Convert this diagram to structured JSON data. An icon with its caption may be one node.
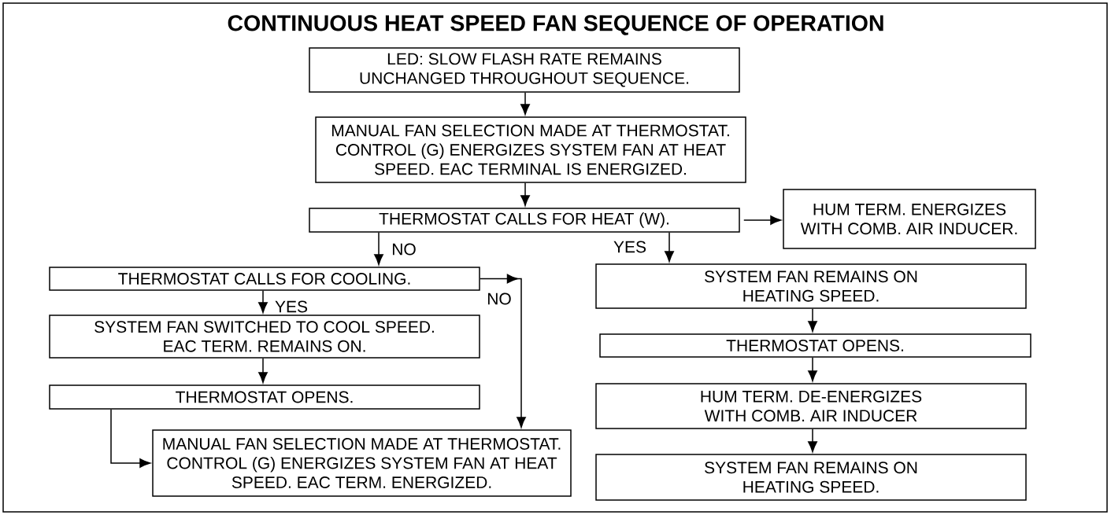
{
  "diagram": {
    "title": "CONTINUOUS HEAT SPEED FAN SEQUENCE OF OPERATION",
    "nodes": [
      {
        "text": [
          "LED: SLOW FLASH RATE REMAINS UNCHANGED THROUGHOUT SEQUENCE."
        ]
      },
      {
        "text": [
          "MANUAL FAN SELECTION MADE AT THERMOSTAT. CONTROL (G) ENERGIZES SYSTEM FAN AT HEAT SPEED. EAC TERMINAL IS ENERGIZED."
        ]
      },
      {
        "text": [
          "THERMOSTAT CALLS FOR HEAT (W)."
        ]
      },
      {
        "text": [
          "HUM TERM. ENERGIZES WITH COMB. AIR INDUCER."
        ]
      },
      {
        "text": [
          "THERMOSTAT CALLS FOR COOLING."
        ]
      },
      {
        "text": [
          "SYSTEM FAN REMAINS ON HEATING SPEED."
        ]
      },
      {
        "text": [
          "SYSTEM FAN SWITCHED TO COOL SPEED. EAC TERM. REMAINS ON."
        ]
      },
      {
        "text": [
          "THERMOSTAT OPENS."
        ]
      },
      {
        "text": [
          "MANUAL FAN SELECTION MADE AT THERMOSTAT. CONTROL (G) ENERGIZES SYSTEM FAN AT HEAT SPEED. EAC TERM. ENERGIZED."
        ]
      },
      {
        "text": [
          "THERMOSTAT OPENS."
        ]
      },
      {
        "text": [
          "HUM TERM. DE-ENERGIZES WITH COMB. AIR INDUCER"
        ]
      },
      {
        "text": [
          "SYSTEM FAN REMAINS ON HEATING SPEED."
        ]
      }
    ],
    "edges": [
      {
        "from": 0,
        "to": 1,
        "arrow": "to"
      },
      {
        "from": 1,
        "to": 2,
        "arrow": "to"
      },
      {
        "from": 2,
        "to": 3,
        "arrow": "to"
      },
      {
        "from": 2,
        "to": 4,
        "arrow": "to",
        "label": "NO"
      },
      {
        "from": 2,
        "to": 5,
        "arrow": "to",
        "label": "YES"
      },
      {
        "from": 4,
        "to": 6,
        "arrow": "to",
        "label": "YES"
      },
      {
        "from": 6,
        "to": 7,
        "arrow": "to"
      },
      {
        "from": 7,
        "to": 8,
        "arrow": "to"
      },
      {
        "from": 4,
        "to": 8,
        "arrow": "to",
        "label": "NO"
      },
      {
        "from": 5,
        "to": 9,
        "arrow": "to"
      },
      {
        "from": 9,
        "to": 10,
        "arrow": "to"
      },
      {
        "from": 10,
        "to": 11,
        "arrow": "to"
      }
    ]
  }
}
